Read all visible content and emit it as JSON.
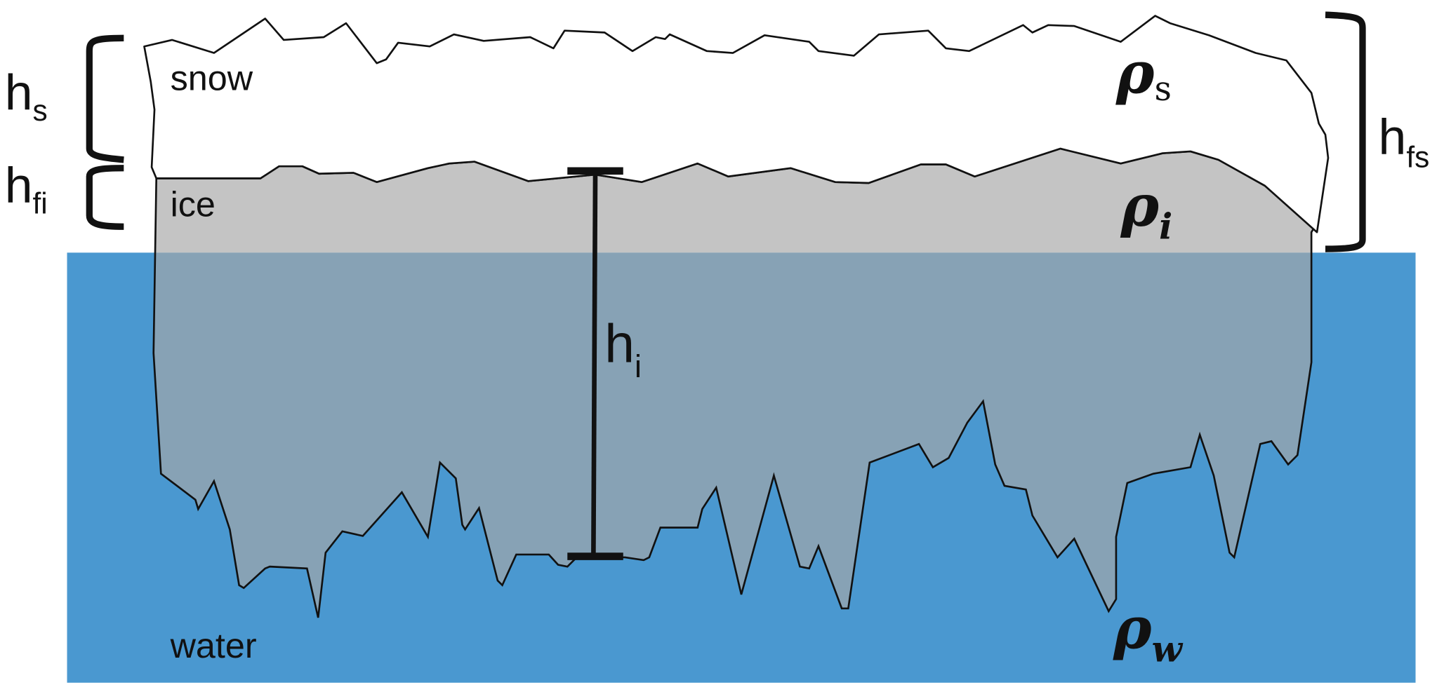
{
  "layers": {
    "snow": "snow",
    "ice": "ice",
    "water": "water"
  },
  "thickness": {
    "hs_main": "h",
    "hs_sub": "s",
    "hfi_main": "h",
    "hfi_sub": "fi",
    "hfs_main": "h",
    "hfs_sub": "fs",
    "hi_main": "h",
    "hi_sub": "i"
  },
  "densities": {
    "rho": "ρ",
    "snow_sub": "s",
    "ice_sub": "i",
    "water_sub": "w"
  },
  "colors": {
    "water": "#4a98d0",
    "ice_above": "#c4c4c4",
    "ice_below": "#87a2b5",
    "snow": "#ffffff",
    "outline": "#111111"
  }
}
